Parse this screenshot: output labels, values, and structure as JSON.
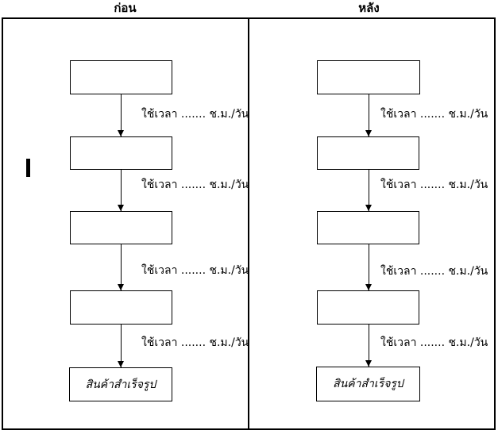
{
  "columns": {
    "left": {
      "header": "ก่อน",
      "arrow_labels": [
        "ใช้เวลา ....... ช.ม./วัน",
        "ใช้เวลา ....... ช.ม./วัน",
        "ใช้เวลา ....... ช.ม./วัน",
        "ใช้เวลา ....... ช.ม./วัน"
      ],
      "final_label": "สินค้าสำเร็จรูป"
    },
    "right": {
      "header": "หลัง",
      "arrow_labels": [
        "ใช้เวลา ....... ช.ม./วัน",
        "ใช้เวลา ....... ช.ม./วัน",
        "ใช้เวลา ....... ช.ม./วัน",
        "ใช้เวลา ....... ช.ม./วัน"
      ],
      "final_label": "สินค้าสำเร็จรูป"
    }
  },
  "colors": {
    "line": "#000000",
    "background": "#ffffff"
  }
}
